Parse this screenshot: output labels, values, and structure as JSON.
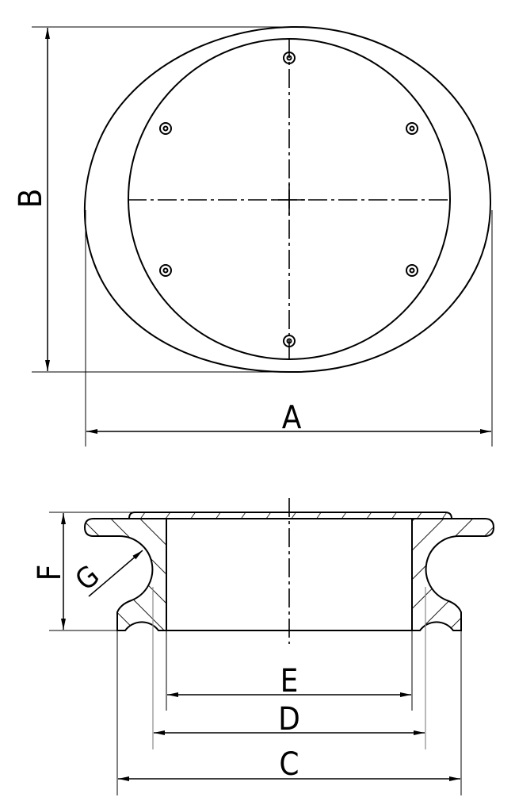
{
  "drawing": {
    "type": "technical-drawing",
    "views": [
      "top-view",
      "cross-section"
    ],
    "line_color": "#000000",
    "background": "#ffffff"
  },
  "top_view": {
    "dimensions": {
      "A": {
        "label": "A",
        "description": "overall width"
      },
      "B": {
        "label": "B",
        "description": "overall height"
      }
    },
    "bolt_hole_count": 6
  },
  "section_view": {
    "dimensions": {
      "C": {
        "label": "C",
        "description": "base outer diameter"
      },
      "D": {
        "label": "D",
        "description": "groove diameter"
      },
      "E": {
        "label": "E",
        "description": "inner bore diameter"
      },
      "F": {
        "label": "F",
        "description": "overall height"
      },
      "G": {
        "label": "G",
        "description": "groove radius"
      }
    }
  }
}
